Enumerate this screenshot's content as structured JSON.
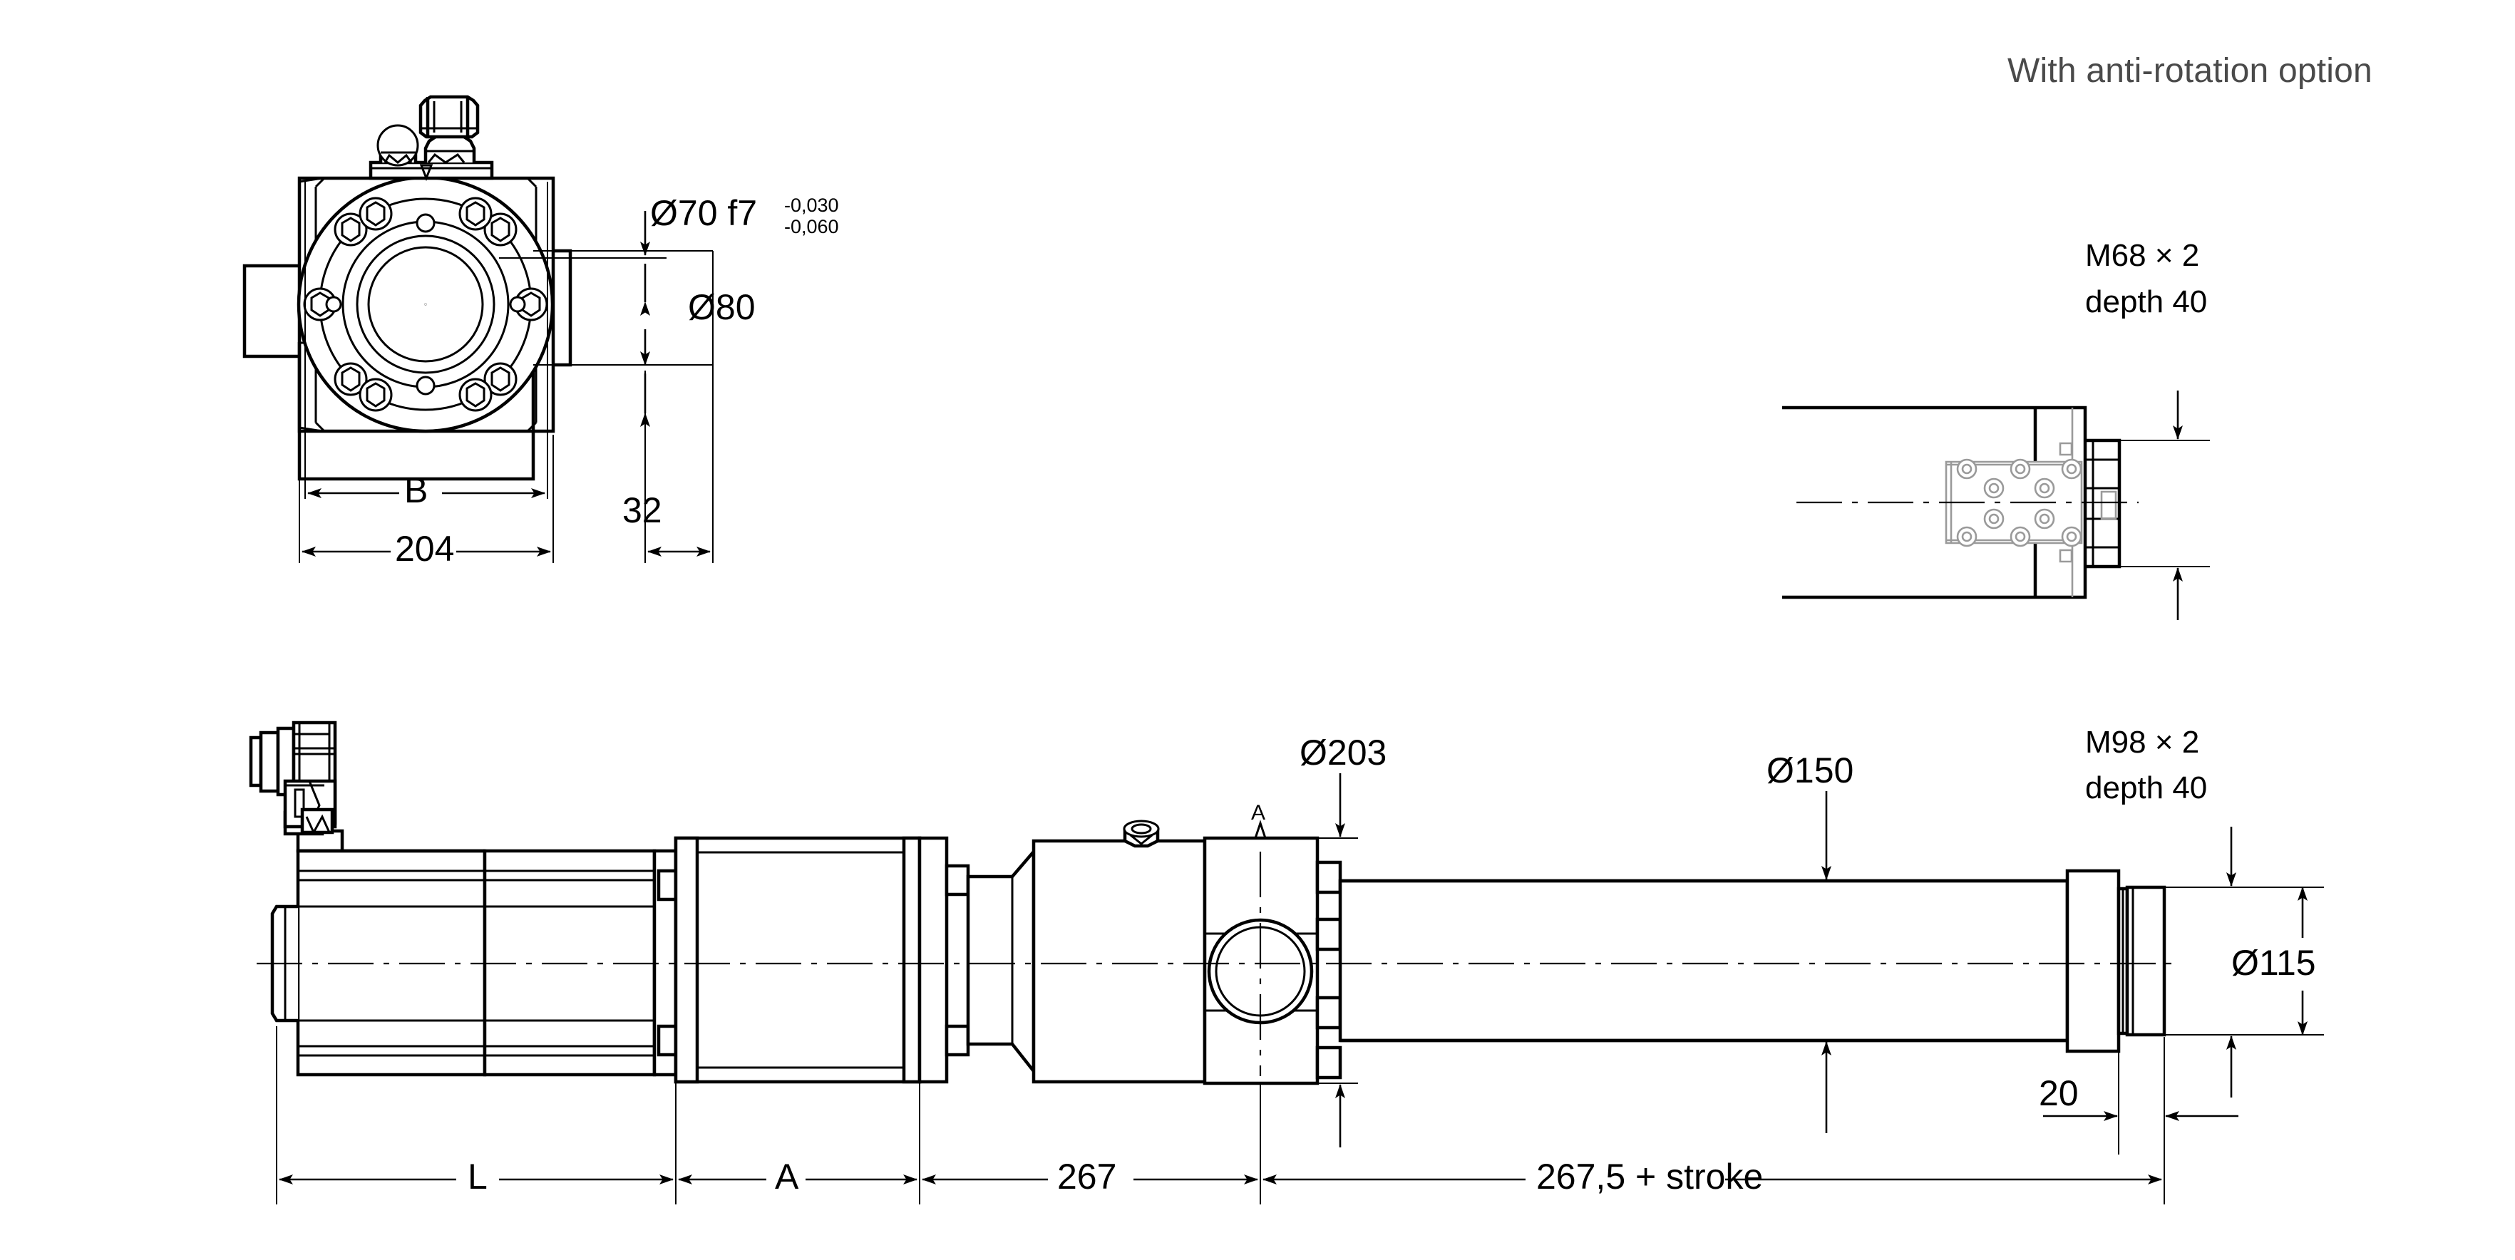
{
  "page": {
    "title": "With anti-rotation option",
    "background": "#ffffff",
    "line_color": "#000000",
    "thin_line_color": "#9a9a9a",
    "title_color": "#4a4a4a"
  },
  "views": {
    "front_view": {
      "name": "front-view-motor-face",
      "dimensions": {
        "shaft_dia": "Ø70 f7",
        "shaft_tol_upper": "-0,030",
        "shaft_tol_lower": "-0,060",
        "boss_dia": "Ø80",
        "width_symbol": "B",
        "width_value": "204",
        "boss_length": "32"
      }
    },
    "anti_rotation_detail": {
      "name": "anti-rotation-detail-view",
      "thread_note_line1": "M68 × 2",
      "thread_note_line2": "depth 40"
    },
    "side_view": {
      "name": "side-view-assembly",
      "dimensions": {
        "housing_dia": "Ø203",
        "tube_dia": "Ø150",
        "rod_dia": "Ø115",
        "rod_thread_line1": "M98 × 2",
        "rod_thread_line2": "depth 40",
        "rod_end_len": "20",
        "section_marker": "A"
      },
      "dimension_chain": [
        {
          "label": "L"
        },
        {
          "label": "A"
        },
        {
          "label": "267"
        },
        {
          "label": "267,5 + stroke"
        }
      ]
    }
  }
}
